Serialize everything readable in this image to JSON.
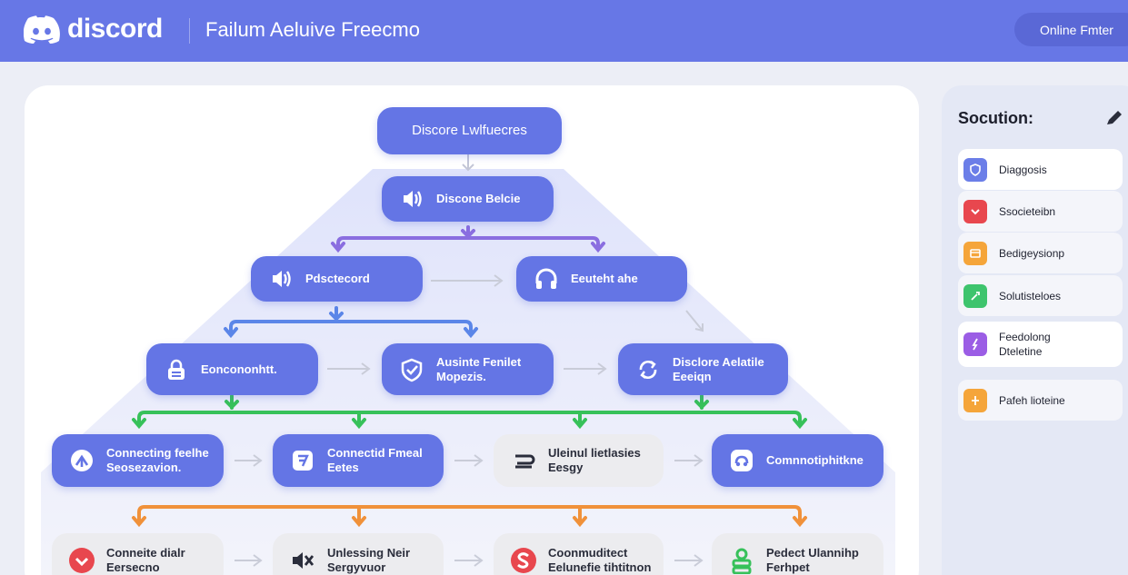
{
  "header": {
    "brand": "discord",
    "title": "Failum Aeluive Freecmo",
    "online_button": "Online Fmter"
  },
  "flow": {
    "top": "Discore Lwlfuecres",
    "level1": {
      "label": "Discone Belcie",
      "icon": "speaker-icon"
    },
    "level2": [
      {
        "label": "Pdsctecord",
        "icon": "speaker-icon"
      },
      {
        "label": "Eeuteht ahe",
        "icon": "headphones-icon"
      }
    ],
    "level3": [
      {
        "line1": "Eoncononhtt.",
        "line2": "",
        "icon": "lock-icon"
      },
      {
        "line1": "Ausinte Fenilet",
        "line2": "Mopezis.",
        "icon": "shield-icon"
      },
      {
        "line1": "Disclore Aelatile",
        "line2": "Eeeiqn",
        "icon": "sync-icon"
      }
    ],
    "level4": [
      {
        "line1": "Connecting feelhe",
        "line2": "Seosezavion.",
        "icon": "tools-icon"
      },
      {
        "line1": "Connectid Fmeal",
        "line2": "Eetes",
        "icon": "document-icon"
      },
      {
        "line1": "Uleinul lietlasies",
        "line2": "Eesgy",
        "icon": "server-icon"
      },
      {
        "line1": "Comnnotiphitkne",
        "line2": "",
        "icon": "controller-icon"
      }
    ],
    "level5": [
      {
        "line1": "Conneite dialr",
        "line2": "Eersecno",
        "icon": "check-circle-icon"
      },
      {
        "line1": "Unlessing Neir",
        "line2": "Sergyvuor",
        "icon": "muted-speaker-icon"
      },
      {
        "line1": "Coonmuditect",
        "line2": "Eelunefie tihtitnon",
        "icon": "s-circle-icon"
      },
      {
        "line1": "Pedect Ulannihp",
        "line2": "Ferhpet",
        "icon": "server-green-icon"
      }
    ]
  },
  "sidebar": {
    "title": "Socution:",
    "items": [
      {
        "line1": "Diaggosis",
        "line2": "",
        "color": "#6b7ee8",
        "icon": "shield-icon"
      },
      {
        "line1": "Ssocieteibn",
        "line2": "",
        "color": "#e8474e",
        "icon": "chevron-icon"
      },
      {
        "line1": "Bedigeysionp",
        "line2": "",
        "color": "#f5a53a",
        "icon": "window-icon"
      },
      {
        "line1": "Solutisteloes",
        "line2": "",
        "color": "#3ec46d",
        "icon": "wrench-icon"
      },
      {
        "line1": "Feedolong",
        "line2": "Dteletine",
        "color": "#9b5de5",
        "icon": "lightning-icon"
      },
      {
        "line1": "Pafeh lioteine",
        "line2": "",
        "color": "#f5a53a",
        "icon": "bolt-icon"
      }
    ]
  },
  "colors": {
    "header": "#6777e6",
    "node_blue": "#6475e5",
    "purple_connector": "#8a6ee0",
    "blue_connector": "#5b86e8",
    "green_connector": "#37c15a",
    "orange_connector": "#f0913a"
  }
}
